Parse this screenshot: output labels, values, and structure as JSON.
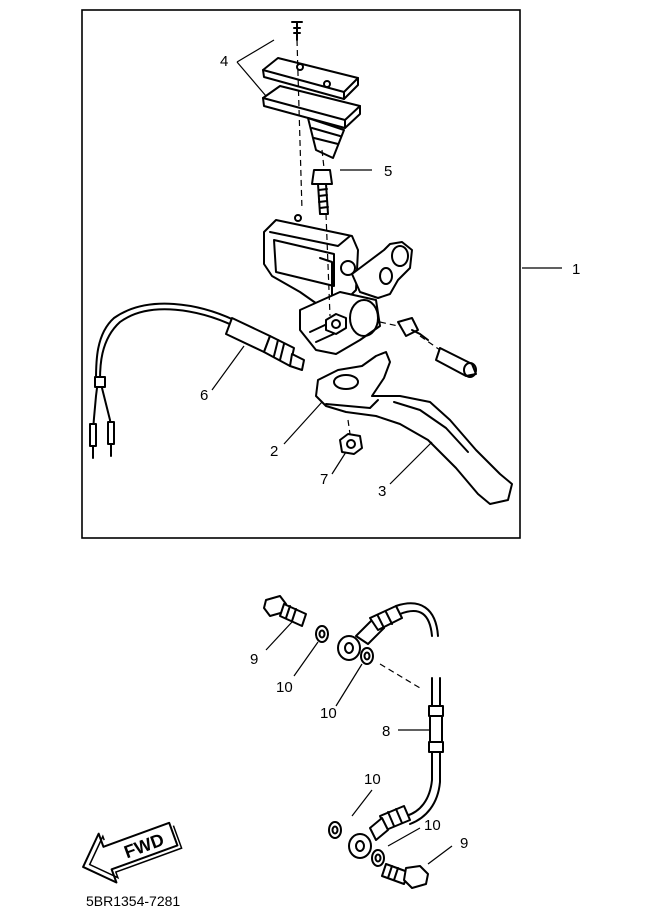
{
  "callouts": {
    "c1": "1",
    "c2": "2",
    "c3": "3",
    "c4": "4",
    "c5": "5",
    "c6": "6",
    "c7": "7",
    "c8": "8",
    "c9a": "9",
    "c9b": "9",
    "c10a": "10",
    "c10b": "10",
    "c10c": "10",
    "c10d": "10"
  },
  "fwd_label": "FWD",
  "drawing_code": "5BR1354-7281"
}
